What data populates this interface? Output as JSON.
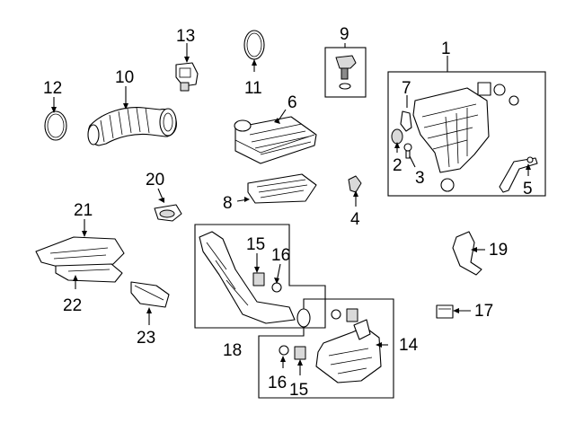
{
  "callouts": {
    "c1": "1",
    "c2": "2",
    "c3": "3",
    "c4": "4",
    "c5": "5",
    "c6": "6",
    "c7": "7",
    "c8": "8",
    "c9": "9",
    "c10": "10",
    "c11": "11",
    "c12": "12",
    "c13": "13",
    "c14": "14",
    "c15a": "15",
    "c15b": "15",
    "c16a": "16",
    "c16b": "16",
    "c17": "17",
    "c18": "18",
    "c19": "19",
    "c20": "20",
    "c21": "21",
    "c22": "22",
    "c23": "23"
  },
  "colors": {
    "line": "#000000",
    "fill": "#ffffff",
    "shade": "#d9d9d9"
  }
}
